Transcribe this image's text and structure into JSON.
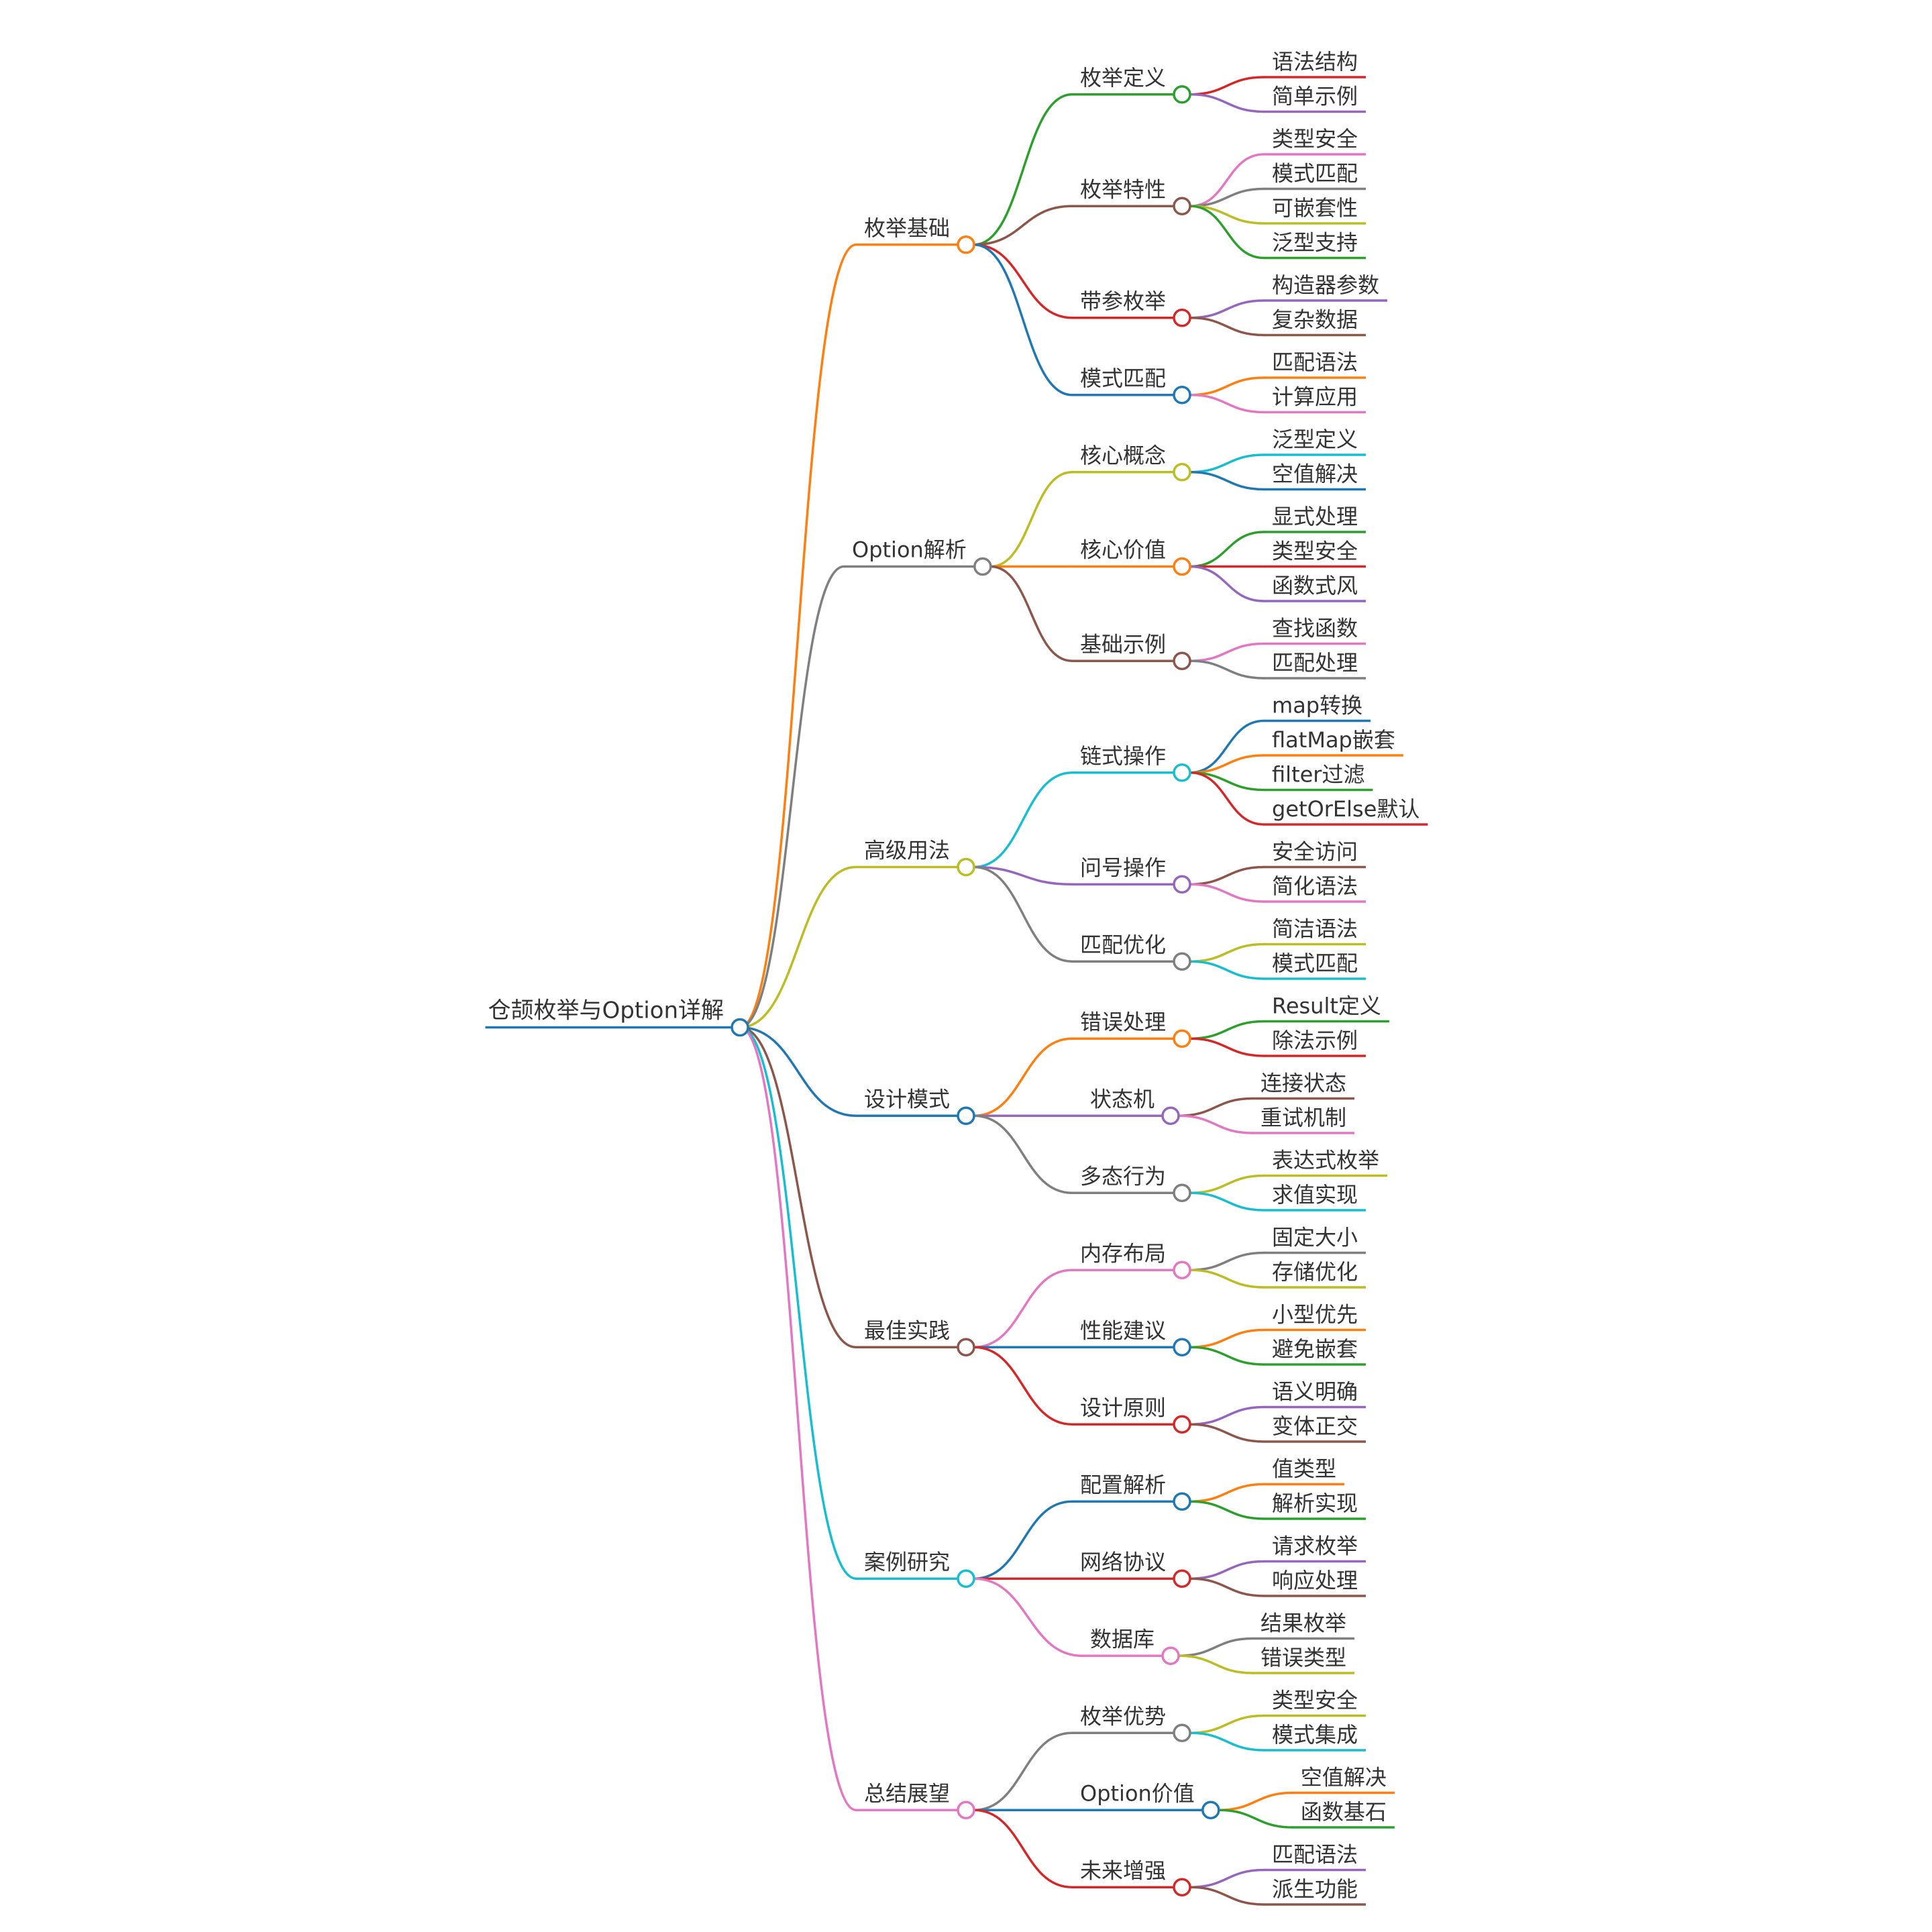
{
  "root": {
    "label": "仓颉枚举与Option详解",
    "color": "#1f77b4",
    "children": [
      {
        "label": "枚举基础",
        "color": "#ff7f0e",
        "children": [
          {
            "label": "枚举定义",
            "color": "#2ca02c",
            "children": [
              {
                "label": "语法结构",
                "color": "#d62728"
              },
              {
                "label": "简单示例",
                "color": "#9467bd"
              }
            ]
          },
          {
            "label": "枚举特性",
            "color": "#8c564b",
            "children": [
              {
                "label": "类型安全",
                "color": "#e377c2"
              },
              {
                "label": "模式匹配",
                "color": "#7f7f7f"
              },
              {
                "label": "可嵌套性",
                "color": "#bcbd22"
              },
              {
                "label": "泛型支持",
                "color": "#2ca02c"
              }
            ]
          },
          {
            "label": "带参枚举",
            "color": "#d62728",
            "children": [
              {
                "label": "构造器参数",
                "color": "#9467bd"
              },
              {
                "label": "复杂数据",
                "color": "#8c564b"
              }
            ]
          },
          {
            "label": "模式匹配",
            "color": "#1f77b4",
            "children": [
              {
                "label": "匹配语法",
                "color": "#ff7f0e"
              },
              {
                "label": "计算应用",
                "color": "#e377c2"
              }
            ]
          }
        ]
      },
      {
        "label": "Option解析",
        "color": "#7f7f7f",
        "children": [
          {
            "label": "核心概念",
            "color": "#bcbd22",
            "children": [
              {
                "label": "泛型定义",
                "color": "#17becf"
              },
              {
                "label": "空值解决",
                "color": "#1f77b4"
              }
            ]
          },
          {
            "label": "核心价值",
            "color": "#ff7f0e",
            "children": [
              {
                "label": "显式处理",
                "color": "#2ca02c"
              },
              {
                "label": "类型安全",
                "color": "#d62728"
              },
              {
                "label": "函数式风",
                "color": "#9467bd"
              }
            ]
          },
          {
            "label": "基础示例",
            "color": "#8c564b",
            "children": [
              {
                "label": "查找函数",
                "color": "#e377c2"
              },
              {
                "label": "匹配处理",
                "color": "#7f7f7f"
              }
            ]
          }
        ]
      },
      {
        "label": "高级用法",
        "color": "#bcbd22",
        "children": [
          {
            "label": "链式操作",
            "color": "#17becf",
            "children": [
              {
                "label": "map转换",
                "color": "#1f77b4"
              },
              {
                "label": "flatMap嵌套",
                "color": "#ff7f0e"
              },
              {
                "label": "filter过滤",
                "color": "#2ca02c"
              },
              {
                "label": "getOrElse默认",
                "color": "#d62728"
              }
            ]
          },
          {
            "label": "问号操作",
            "color": "#9467bd",
            "children": [
              {
                "label": "安全访问",
                "color": "#8c564b"
              },
              {
                "label": "简化语法",
                "color": "#e377c2"
              }
            ]
          },
          {
            "label": "匹配优化",
            "color": "#7f7f7f",
            "children": [
              {
                "label": "简洁语法",
                "color": "#bcbd22"
              },
              {
                "label": "模式匹配",
                "color": "#17becf"
              }
            ]
          }
        ]
      },
      {
        "label": "设计模式",
        "color": "#1f77b4",
        "children": [
          {
            "label": "错误处理",
            "color": "#ff7f0e",
            "children": [
              {
                "label": "Result定义",
                "color": "#2ca02c"
              },
              {
                "label": "除法示例",
                "color": "#d62728"
              }
            ]
          },
          {
            "label": "状态机",
            "color": "#9467bd",
            "children": [
              {
                "label": "连接状态",
                "color": "#8c564b"
              },
              {
                "label": "重试机制",
                "color": "#e377c2"
              }
            ]
          },
          {
            "label": "多态行为",
            "color": "#7f7f7f",
            "children": [
              {
                "label": "表达式枚举",
                "color": "#bcbd22"
              },
              {
                "label": "求值实现",
                "color": "#17becf"
              }
            ]
          }
        ]
      },
      {
        "label": "最佳实践",
        "color": "#8c564b",
        "children": [
          {
            "label": "内存布局",
            "color": "#e377c2",
            "children": [
              {
                "label": "固定大小",
                "color": "#7f7f7f"
              },
              {
                "label": "存储优化",
                "color": "#bcbd22"
              }
            ]
          },
          {
            "label": "性能建议",
            "color": "#1f77b4",
            "children": [
              {
                "label": "小型优先",
                "color": "#ff7f0e"
              },
              {
                "label": "避免嵌套",
                "color": "#2ca02c"
              }
            ]
          },
          {
            "label": "设计原则",
            "color": "#d62728",
            "children": [
              {
                "label": "语义明确",
                "color": "#9467bd"
              },
              {
                "label": "变体正交",
                "color": "#8c564b"
              }
            ]
          }
        ]
      },
      {
        "label": "案例研究",
        "color": "#17becf",
        "children": [
          {
            "label": "配置解析",
            "color": "#1f77b4",
            "children": [
              {
                "label": "值类型",
                "color": "#ff7f0e"
              },
              {
                "label": "解析实现",
                "color": "#2ca02c"
              }
            ]
          },
          {
            "label": "网络协议",
            "color": "#d62728",
            "children": [
              {
                "label": "请求枚举",
                "color": "#9467bd"
              },
              {
                "label": "响应处理",
                "color": "#8c564b"
              }
            ]
          },
          {
            "label": "数据库",
            "color": "#e377c2",
            "children": [
              {
                "label": "结果枚举",
                "color": "#7f7f7f"
              },
              {
                "label": "错误类型",
                "color": "#bcbd22"
              }
            ]
          }
        ]
      },
      {
        "label": "总结展望",
        "color": "#e377c2",
        "children": [
          {
            "label": "枚举优势",
            "color": "#7f7f7f",
            "children": [
              {
                "label": "类型安全",
                "color": "#bcbd22"
              },
              {
                "label": "模式集成",
                "color": "#17becf"
              }
            ]
          },
          {
            "label": "Option价值",
            "color": "#1f77b4",
            "children": [
              {
                "label": "空值解决",
                "color": "#ff7f0e"
              },
              {
                "label": "函数基石",
                "color": "#2ca02c"
              }
            ]
          },
          {
            "label": "未来增强",
            "color": "#d62728",
            "children": [
              {
                "label": "匹配语法",
                "color": "#9467bd"
              },
              {
                "label": "派生功能",
                "color": "#8c564b"
              }
            ]
          }
        ]
      }
    ]
  }
}
